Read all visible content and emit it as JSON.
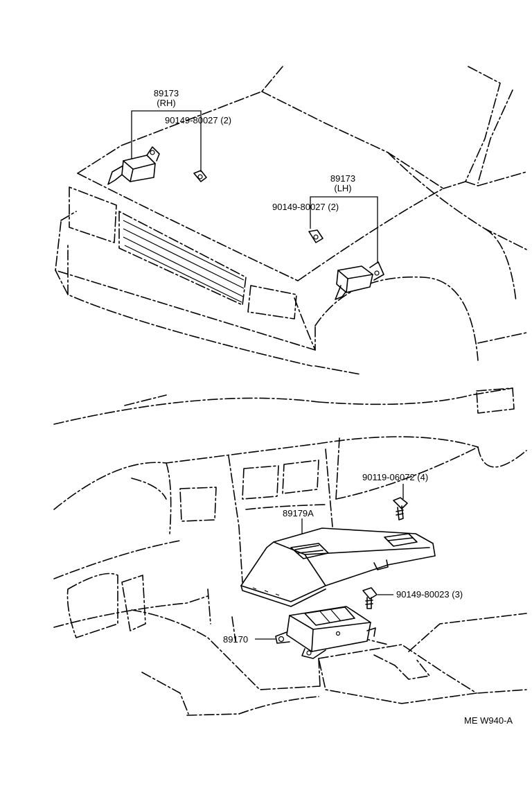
{
  "labels": {
    "rh_part": "89173",
    "rh_side": "(RH)",
    "rh_bolt": "90149-80027 (2)",
    "lh_part": "89173",
    "lh_side": "(LH)",
    "lh_bolt": "90149-80027 (2)",
    "screw_top": "90119-06072 (4)",
    "cover": "89179A",
    "bolt_lower": "90149-80023 (3)",
    "sensor_unit": "89170",
    "figure_code": "ME  W940-A"
  }
}
